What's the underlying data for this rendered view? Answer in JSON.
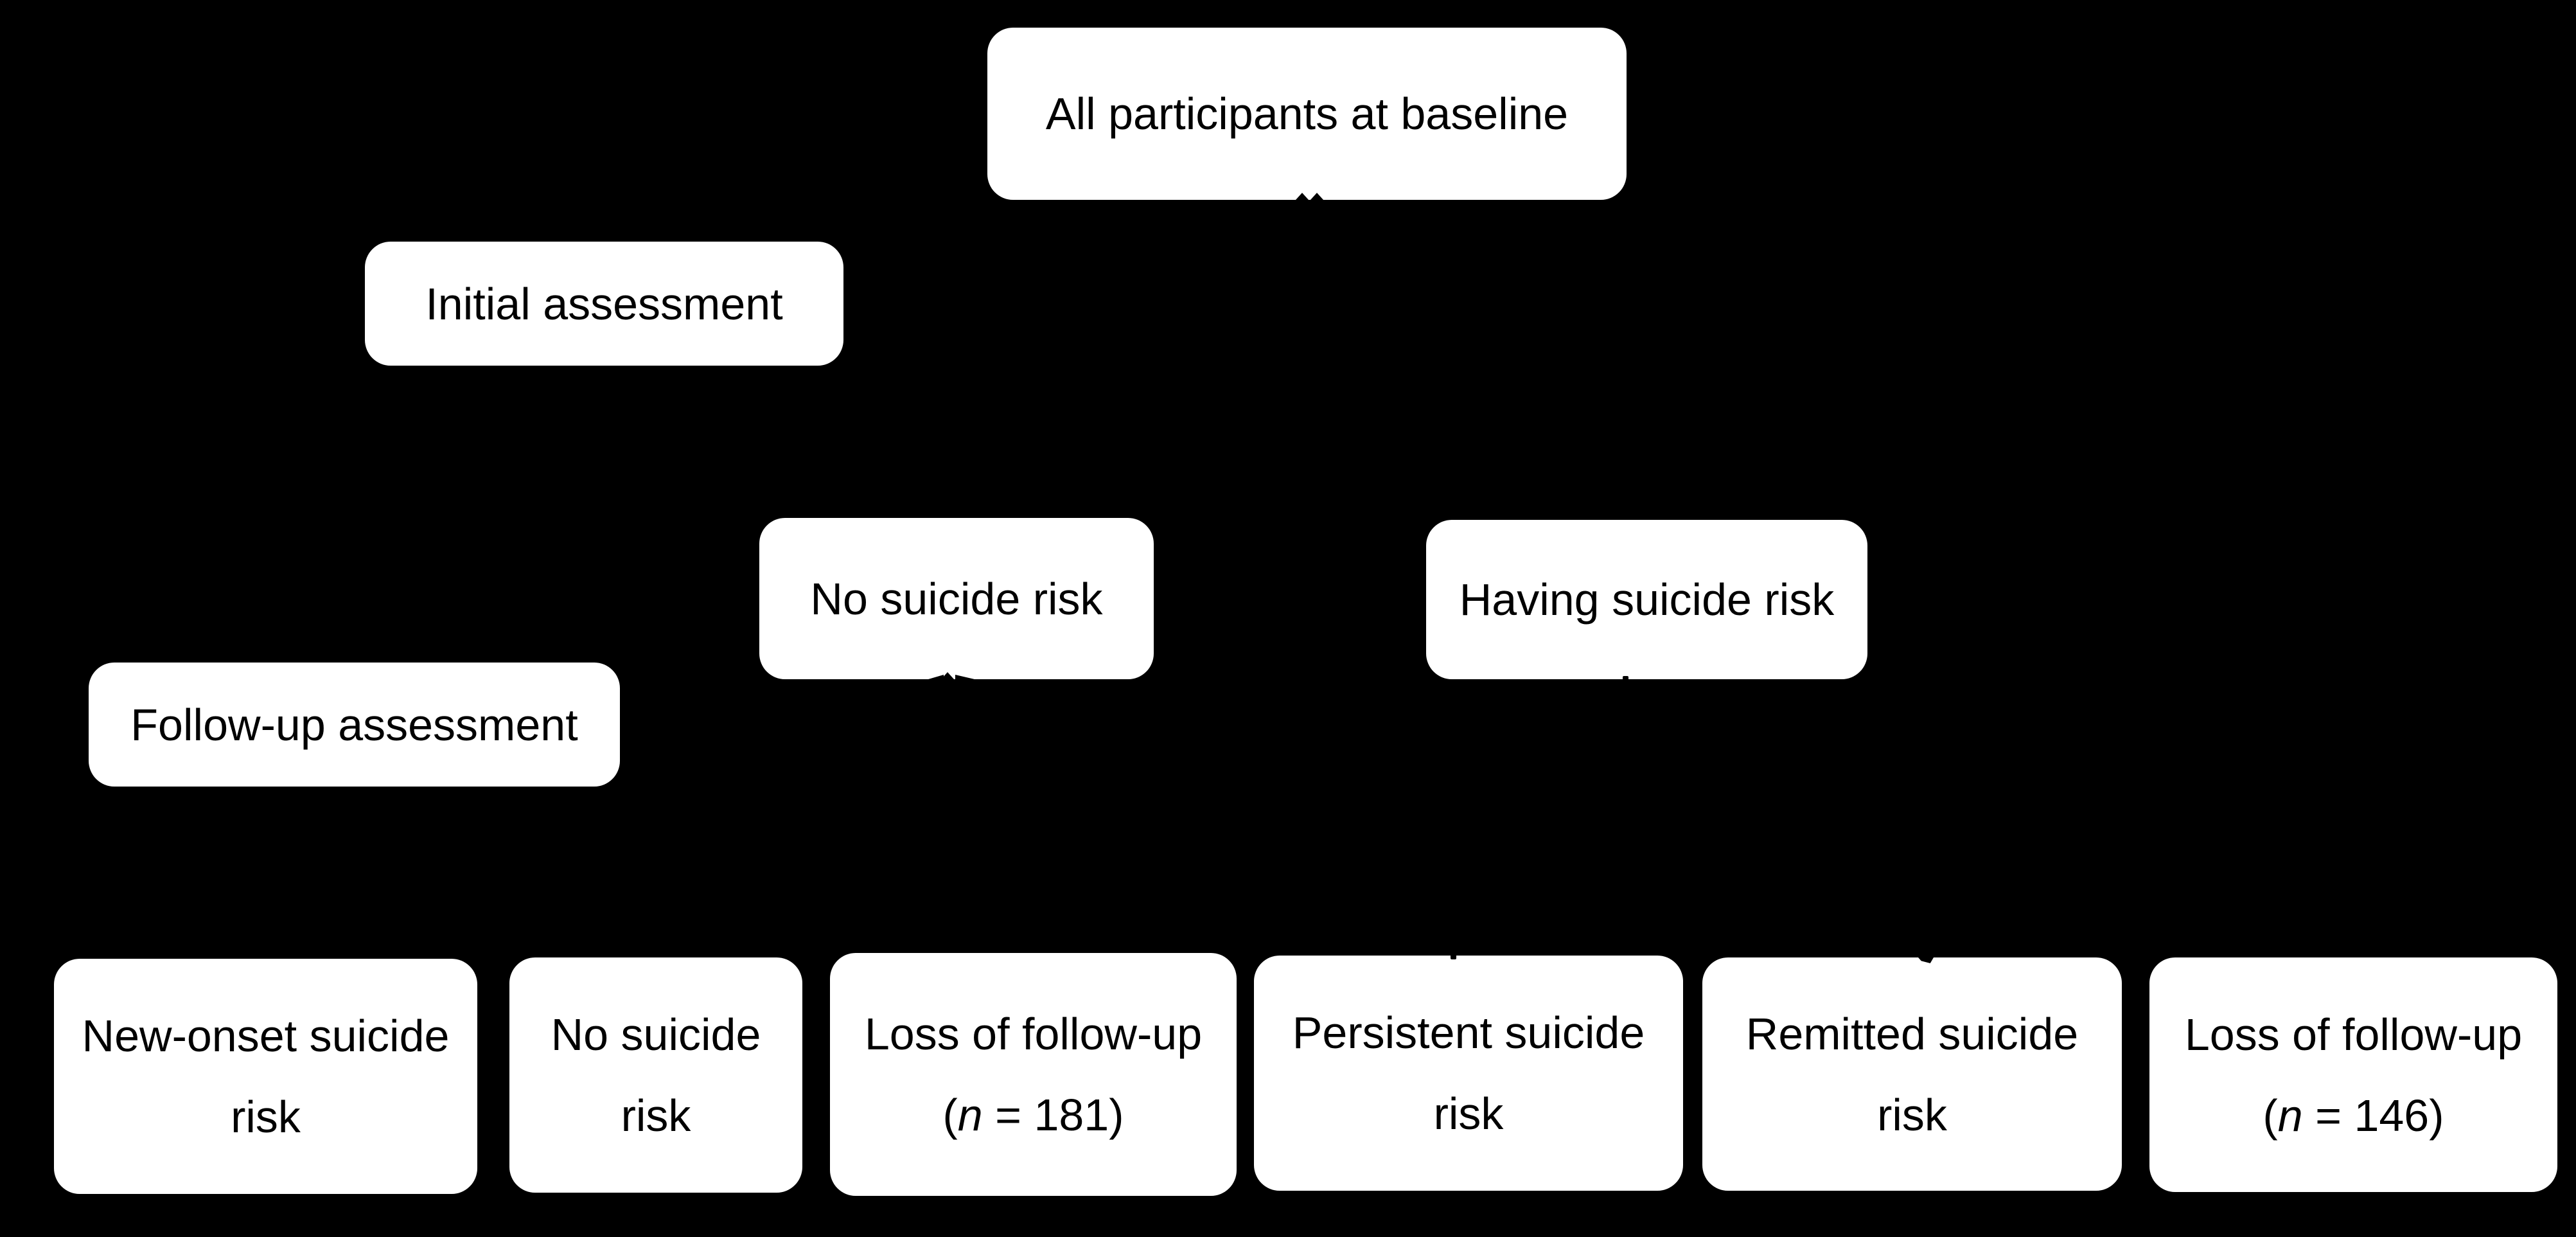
{
  "colors": {
    "background": "#000000",
    "node_fill": "#ffffff",
    "node_text": "#000000",
    "connector": "#000000"
  },
  "diagram": {
    "type": "flowchart",
    "nodes": {
      "all_participants": {
        "label": "All participants at baseline"
      },
      "initial_assessment": {
        "label": "Initial assessment"
      },
      "no_suicide_risk_baseline": {
        "label": "No suicide risk"
      },
      "having_suicide_risk": {
        "label": "Having suicide risk"
      },
      "follow_up_assessment": {
        "label": "Follow-up assessment"
      },
      "new_onset_suicide_risk": {
        "line1": "New-onset suicide",
        "line2": "risk"
      },
      "no_suicide_risk_followup": {
        "line1": "No suicide",
        "line2": "risk"
      },
      "loss_of_followup_181": {
        "line1": "Loss of follow-up",
        "paren_open": "(",
        "n_italic": "n",
        "n_rest": " = 181)"
      },
      "persistent_suicide_risk": {
        "line1": "Persistent suicide",
        "line2": "risk"
      },
      "remitted_suicide_risk": {
        "line1": "Remitted suicide",
        "line2": "risk"
      },
      "loss_of_followup_146": {
        "line1": "Loss of follow-up",
        "paren_open": "(",
        "n_italic": "n",
        "n_rest": " = 146)"
      }
    }
  }
}
